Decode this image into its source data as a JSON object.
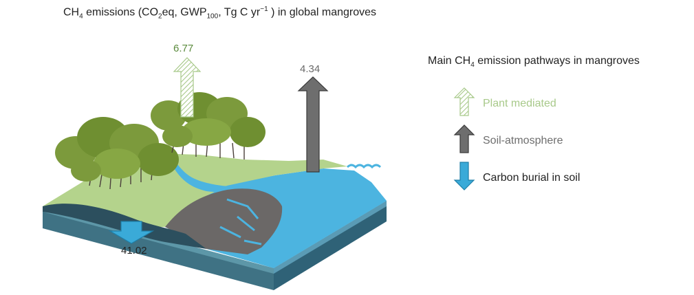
{
  "title": {
    "prefix": "CH",
    "sub1": "4",
    "part2": " emissions (CO",
    "sub2": "2",
    "part3": "eq, GWP",
    "sub3": "100",
    "part4": ", Tg C yr",
    "sup4": "−1",
    "part5": " ) in global mangroves"
  },
  "values": {
    "plant_mediated": "6.77",
    "soil_atmosphere": "4.34",
    "carbon_burial": "41.02"
  },
  "legend": {
    "title_prefix": "Main CH",
    "title_sub": "4",
    "title_suffix": " emission pathways in mangroves",
    "items": [
      {
        "label": "Plant mediated",
        "color": "#a8c98a"
      },
      {
        "label": "Soil-atmosphere",
        "color": "#6e6e6e"
      },
      {
        "label": "Carbon burial in soil",
        "color": "#3aaad8"
      }
    ]
  },
  "colors": {
    "plant": "#a8c98a",
    "soil_arrow": "#6e6e6e",
    "burial": "#3aaad8",
    "water": "#4cb4e0",
    "grass": "#b4d38c",
    "mud": "#6b6867",
    "side_dark": "#3f7284",
    "tree": "#7c9a3c"
  }
}
